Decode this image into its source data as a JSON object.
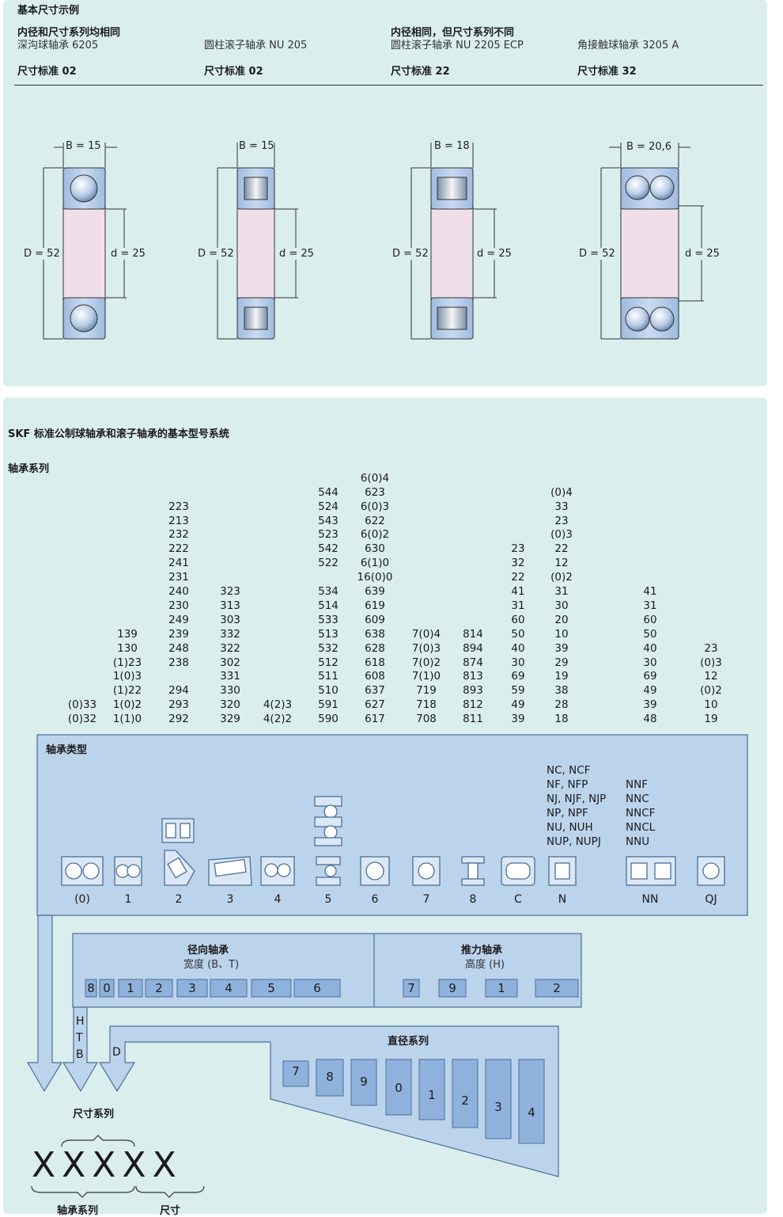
{
  "examples": {
    "section_title": "基本尺寸示例",
    "group1_title": "内径和尺寸系列均相同",
    "group2_title": "内径相同，但尺寸系列不同",
    "items": [
      {
        "name": "深沟球轴承 6205",
        "standard": "尺寸标准 02",
        "B": "B = 15",
        "D": "D = 52",
        "d": "d = 25"
      },
      {
        "name": "圆柱滚子轴承 NU 205",
        "standard": "尺寸标准 02",
        "B": "B = 15",
        "D": "D = 52",
        "d": "d = 25"
      },
      {
        "name": "圆柱滚子轴承 NU 2205 ECP",
        "standard": "尺寸标准 22",
        "B": "B = 18",
        "D": "D = 52",
        "d": "d = 25"
      },
      {
        "name": "角接触球轴承 3205 A",
        "standard": "尺寸标准 32",
        "B": "B = 20,6",
        "D": "D = 52",
        "d": "d = 25"
      }
    ]
  },
  "system": {
    "title": "SKF 标准公制球轴承和滚子轴承的基本型号系统",
    "series_label": "轴承系列",
    "columns": [
      [
        "(0)33",
        "(0)32"
      ],
      [
        "139",
        "130",
        "(1)23",
        "1(0)3",
        "(1)22",
        "1(0)2",
        "1(1)0"
      ],
      [
        "223",
        "213",
        "232",
        "222",
        "241",
        "231",
        "240",
        "230",
        "249",
        "239",
        "248",
        "238",
        "",
        "294",
        "293",
        "292"
      ],
      [
        "323",
        "313",
        "303",
        "332",
        "322",
        "302",
        "331",
        "330",
        "320",
        "329"
      ],
      [
        "4(2)3",
        "4(2)2"
      ],
      [
        "544",
        "524",
        "543",
        "523",
        "542",
        "522",
        "",
        "534",
        "514",
        "533",
        "513",
        "532",
        "512",
        "511",
        "510",
        "591",
        "590"
      ],
      [
        "6(0)4",
        "623",
        "6(0)3",
        "622",
        "6(0)2",
        "630",
        "6(1)0",
        "16(0)0",
        "639",
        "619",
        "609",
        "638",
        "628",
        "618",
        "608",
        "637",
        "627",
        "617"
      ],
      [
        "7(0)4",
        "7(0)3",
        "7(0)2",
        "7(1)0",
        "719",
        "718",
        "708"
      ],
      [
        "814",
        "894",
        "874",
        "813",
        "893",
        "812",
        "811"
      ],
      [
        "23",
        "32",
        "22",
        "41",
        "31",
        "60",
        "50",
        "40",
        "30",
        "69",
        "59",
        "49",
        "39"
      ],
      [
        "(0)4",
        "33",
        "23",
        "(0)3",
        "22",
        "12",
        "(0)2",
        "31",
        "30",
        "20",
        "10",
        "39",
        "29",
        "19",
        "38",
        "28",
        "18"
      ],
      [
        "41",
        "31",
        "60",
        "50",
        "40",
        "30",
        "69",
        "49",
        "39",
        "48"
      ],
      [
        "23",
        "(0)3",
        "12",
        "(0)2",
        "10",
        "19"
      ]
    ],
    "type_label": "轴承类型",
    "types": [
      "(0)",
      "1",
      "2",
      "3",
      "4",
      "5",
      "6",
      "7",
      "8",
      "C",
      "N",
      "NN",
      "QJ"
    ],
    "n_models": [
      "NC, NCF",
      "NF, NFP",
      "NJ, NJF, NJP",
      "NP, NPF",
      "NU, NUH",
      "NUP, NUPJ"
    ],
    "nn_models": [
      "NNF",
      "NNC",
      "NNCF",
      "NNCL",
      "NNU"
    ],
    "radial": {
      "title": "径向轴承",
      "subtitle": "宽度 (B、T)",
      "codes": [
        "8",
        "0",
        "1",
        "2",
        "3",
        "4",
        "5",
        "6"
      ]
    },
    "thrust": {
      "title": "推力轴承",
      "subtitle": "高度 (H)",
      "codes": [
        "7",
        "9",
        "1",
        "2"
      ]
    },
    "htb": [
      "H",
      "T",
      "B"
    ],
    "d_marker": "D",
    "diameter": {
      "title": "直径系列",
      "codes": [
        "7",
        "8",
        "9",
        "0",
        "1",
        "2",
        "3",
        "4"
      ]
    },
    "dimension_series_label": "尺寸系列",
    "code": "XXXXX",
    "bottom_labels": {
      "series": "轴承系列",
      "size": "尺寸"
    }
  },
  "colors": {
    "panel": "#daeeee",
    "box_fill": "#bcd3ec",
    "box_stroke": "#4a6f98",
    "key_fill": "#8fb2dc"
  }
}
